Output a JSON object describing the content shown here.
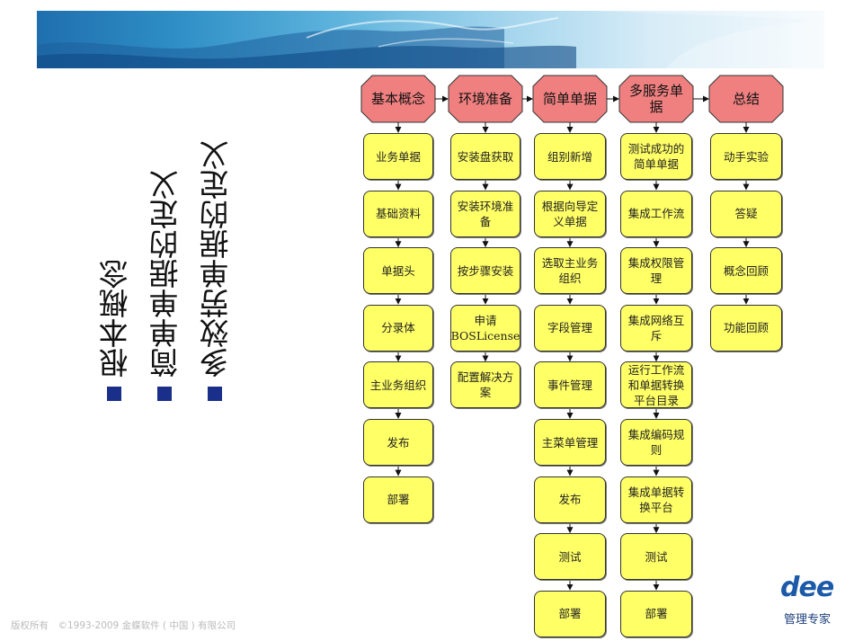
{
  "vertical_bullets": [
    "根本概念",
    "简单单据的定义",
    "多效劳单据的定义"
  ],
  "headers": [
    "基本概念",
    "环境准备",
    "简单单据",
    "多服务单据",
    "总结"
  ],
  "columns": [
    [
      "业务单据",
      "基础资料",
      "单据头",
      "分录体",
      "主业务组织",
      "发布",
      "部署"
    ],
    [
      "安装盘获取",
      "安装环境准备",
      "按步骤安装",
      "申请BOSLicense",
      "配置解决方案"
    ],
    [
      "组别新增",
      "根据向导定义单据",
      "选取主业务组织",
      "字段管理",
      "事件管理",
      "主菜单管理",
      "发布",
      "测试",
      "部署"
    ],
    [
      "测试成功的简单单据",
      "集成工作流",
      "集成权限管理",
      "集成网络互斥",
      "运行工作流和单据转换平台目录",
      "集成编码规则",
      "集成单据转换平台",
      "测试",
      "部署"
    ],
    [
      "动手实验",
      "答疑",
      "概念回顾",
      "功能回顾"
    ]
  ],
  "colors": {
    "header": "#f08080",
    "node": "#ffff66",
    "bullet": "#1a2f8a",
    "brand": "#1b5aa8"
  },
  "footer": "版权所有　©1993-2009  金蝶软件 ( 中国 ) 有限公司",
  "brand": {
    "logo_text": "dee",
    "slogan": "管理专家"
  }
}
